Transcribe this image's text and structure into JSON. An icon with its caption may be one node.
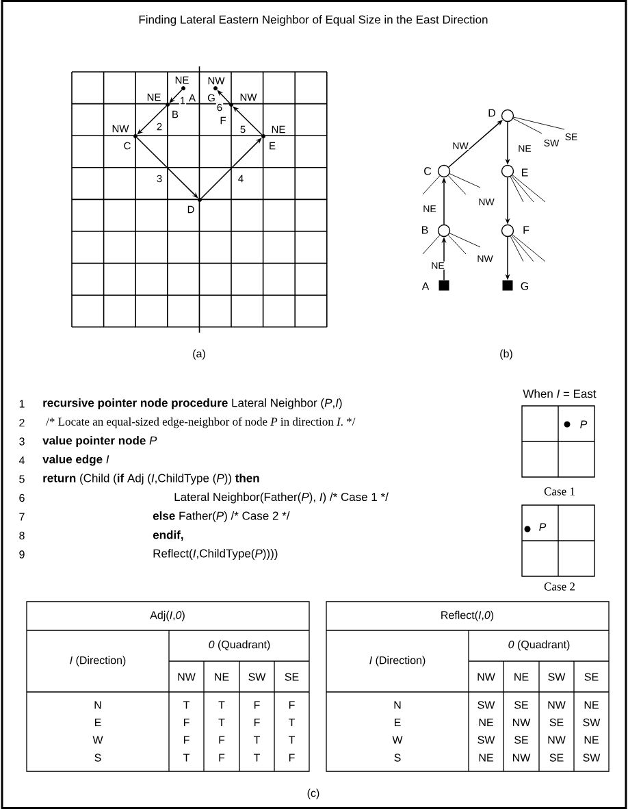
{
  "diagram": {
    "title": "Finding Lateral  Eastern Neighbor of Equal Size in the East Direction",
    "nodes": [
      {
        "text": [
          "A"
        ],
        "beside": [
          "NE"
        ]
      },
      {
        "text": [
          "B"
        ],
        "beside": [
          "NE"
        ]
      },
      {
        "text": [
          "C"
        ],
        "beside": [
          "NW"
        ]
      },
      {
        "text": [
          "D"
        ]
      },
      {
        "text": [
          "E"
        ],
        "beside": [
          "NE"
        ]
      },
      {
        "text": [
          "F"
        ],
        "beside": [
          "NW"
        ]
      },
      {
        "text": [
          "G"
        ],
        "beside": [
          "NW"
        ]
      },
      {
        "text": [
          "D"
        ]
      },
      {
        "text": [
          "C"
        ]
      },
      {
        "text": [
          "E"
        ]
      },
      {
        "text": [
          "B"
        ]
      },
      {
        "text": [
          "F"
        ]
      },
      {
        "text": [
          "A"
        ]
      },
      {
        "text": [
          "G"
        ]
      }
    ],
    "edges": [
      {
        "from": 0,
        "to": 1,
        "arrow": "to",
        "label": "1"
      },
      {
        "from": 1,
        "to": 2,
        "arrow": "to",
        "label": "2"
      },
      {
        "from": 2,
        "to": 3,
        "arrow": "to",
        "label": "3"
      },
      {
        "from": 3,
        "to": 4,
        "arrow": "to",
        "label": "4"
      },
      {
        "from": 4,
        "to": 5,
        "arrow": "to",
        "label": "5"
      },
      {
        "from": 5,
        "to": 6,
        "arrow": "to",
        "label": "6"
      },
      {
        "from": 12,
        "to": 10,
        "arrow": "to",
        "label": "NE"
      },
      {
        "from": 10,
        "to": 8,
        "arrow": "to",
        "label": "NE"
      },
      {
        "from": 8,
        "to": 7,
        "arrow": "to",
        "label": "NW"
      },
      {
        "from": 7,
        "to": 9,
        "arrow": "to",
        "label": "NE"
      },
      {
        "from": 9,
        "to": 11,
        "arrow": "to",
        "label": "NW"
      },
      {
        "from": 11,
        "to": 13,
        "arrow": "to",
        "label": "NW"
      }
    ],
    "labels": [
      "SW",
      "SE",
      "(a)",
      "(b)",
      "1",
      "**recursive pointer node procedure** Lateral Neighbor (*P*,*I*)",
      "2",
      "/* Locate an equal-sized edge-neighbor of node *P* in direction *I*. */",
      "3",
      "**value pointer node** *P*",
      "4",
      "**value edge** *I*",
      "5",
      "**return** (Child (**if** Adj (*I*,ChildType (*P*)) **then**",
      "6",
      "Lateral Neighbor(Father(*P*), *I*) /* Case 1 */",
      "7",
      "**else** Father(*P*) /* Case 2 */",
      "8",
      "**endif,**",
      "9",
      "Reflect(*I*,ChildType(*P*))))",
      "When *I* = East",
      "P",
      "Case 1",
      "P",
      "Case 2",
      "Adj(*I*,*0*)",
      "*I* (Direction)",
      "*0* (Quadrant)",
      "NW",
      "NE",
      "SW",
      "SE",
      "N",
      "T",
      "T",
      "F",
      "F",
      "E",
      "F",
      "T",
      "F",
      "T",
      "W",
      "F",
      "F",
      "T",
      "T",
      "S",
      "T",
      "F",
      "T",
      "F",
      "Reflect(*I*,*0*)",
      "*I* (Direction)",
      "*0* (Quadrant)",
      "NW",
      "NE",
      "SW",
      "SE",
      "N",
      "SW",
      "SE",
      "NW",
      "NE",
      "E",
      "NE",
      "NW",
      "SE",
      "SW",
      "W",
      "SW",
      "SE",
      "NW",
      "NE",
      "S",
      "NE",
      "NW",
      "SE",
      "SW",
      "(c)"
    ]
  }
}
